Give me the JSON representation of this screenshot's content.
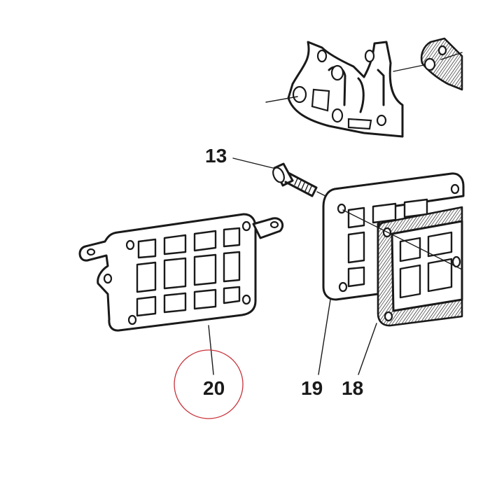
{
  "callouts": {
    "part_13": "13",
    "part_18": "18",
    "part_19": "19",
    "part_20": "20"
  },
  "highlight_color": "#c8323a",
  "line_color": "#1a1a1a"
}
